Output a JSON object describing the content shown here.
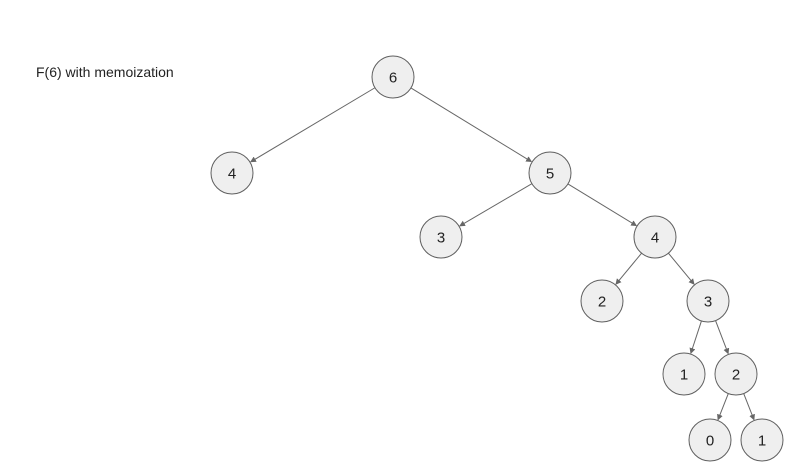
{
  "title": "F(6) with memoization",
  "tree": {
    "nodes": [
      {
        "id": "n6",
        "label": "6"
      },
      {
        "id": "n4a",
        "label": "4"
      },
      {
        "id": "n5",
        "label": "5"
      },
      {
        "id": "n3a",
        "label": "3"
      },
      {
        "id": "n4b",
        "label": "4"
      },
      {
        "id": "n2a",
        "label": "2"
      },
      {
        "id": "n3b",
        "label": "3"
      },
      {
        "id": "n1a",
        "label": "1"
      },
      {
        "id": "n2b",
        "label": "2"
      },
      {
        "id": "n0",
        "label": "0"
      },
      {
        "id": "n1b",
        "label": "1"
      }
    ],
    "edges": [
      [
        "n6",
        "n4a"
      ],
      [
        "n6",
        "n5"
      ],
      [
        "n5",
        "n3a"
      ],
      [
        "n5",
        "n4b"
      ],
      [
        "n4b",
        "n2a"
      ],
      [
        "n4b",
        "n3b"
      ],
      [
        "n3b",
        "n1a"
      ],
      [
        "n3b",
        "n2b"
      ],
      [
        "n2b",
        "n0"
      ],
      [
        "n2b",
        "n1b"
      ]
    ]
  }
}
